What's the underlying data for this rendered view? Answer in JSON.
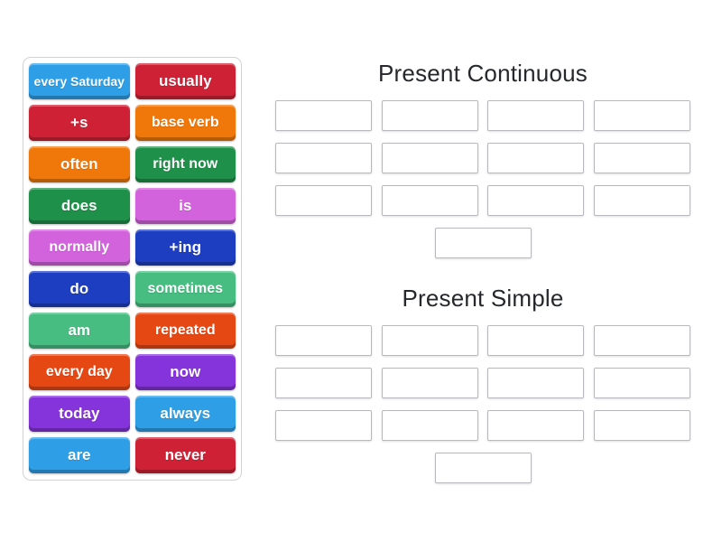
{
  "page": {
    "background_color": "#ffffff",
    "activity_type": "group-sort"
  },
  "tile_panel": {
    "palette": {
      "blue": "#2e9fe6",
      "crimson": "#ce2135",
      "orange": "#f0780a",
      "green": "#1f9049",
      "orchid": "#d263dc",
      "royalblue": "#1e3ec2",
      "seagreen": "#47bd81",
      "orangered": "#e64814",
      "purple": "#8533db"
    },
    "tiles": [
      {
        "label": "every Saturday",
        "color": "blue"
      },
      {
        "label": "usually",
        "color": "crimson"
      },
      {
        "label": "+s",
        "color": "crimson"
      },
      {
        "label": "base verb",
        "color": "orange"
      },
      {
        "label": "often",
        "color": "orange"
      },
      {
        "label": "right now",
        "color": "green"
      },
      {
        "label": "does",
        "color": "green"
      },
      {
        "label": "is",
        "color": "orchid"
      },
      {
        "label": "normally",
        "color": "orchid"
      },
      {
        "label": "+ing",
        "color": "royalblue"
      },
      {
        "label": "do",
        "color": "royalblue"
      },
      {
        "label": "sometimes",
        "color": "seagreen"
      },
      {
        "label": "am",
        "color": "seagreen"
      },
      {
        "label": "repeated",
        "color": "orangered"
      },
      {
        "label": "every day",
        "color": "orangered"
      },
      {
        "label": "now",
        "color": "purple"
      },
      {
        "label": "today",
        "color": "purple"
      },
      {
        "label": "always",
        "color": "blue"
      },
      {
        "label": "are",
        "color": "blue"
      },
      {
        "label": "never",
        "color": "crimson"
      }
    ]
  },
  "groups": [
    {
      "title": "Present Continuous",
      "slot_rows": [
        4,
        4,
        4,
        1
      ]
    },
    {
      "title": "Present Simple",
      "slot_rows": [
        4,
        4,
        4,
        1
      ]
    }
  ],
  "slot_style": {
    "border_color": "#b9b9bd",
    "fill": "#ffffff"
  },
  "title_color": "#26282c"
}
